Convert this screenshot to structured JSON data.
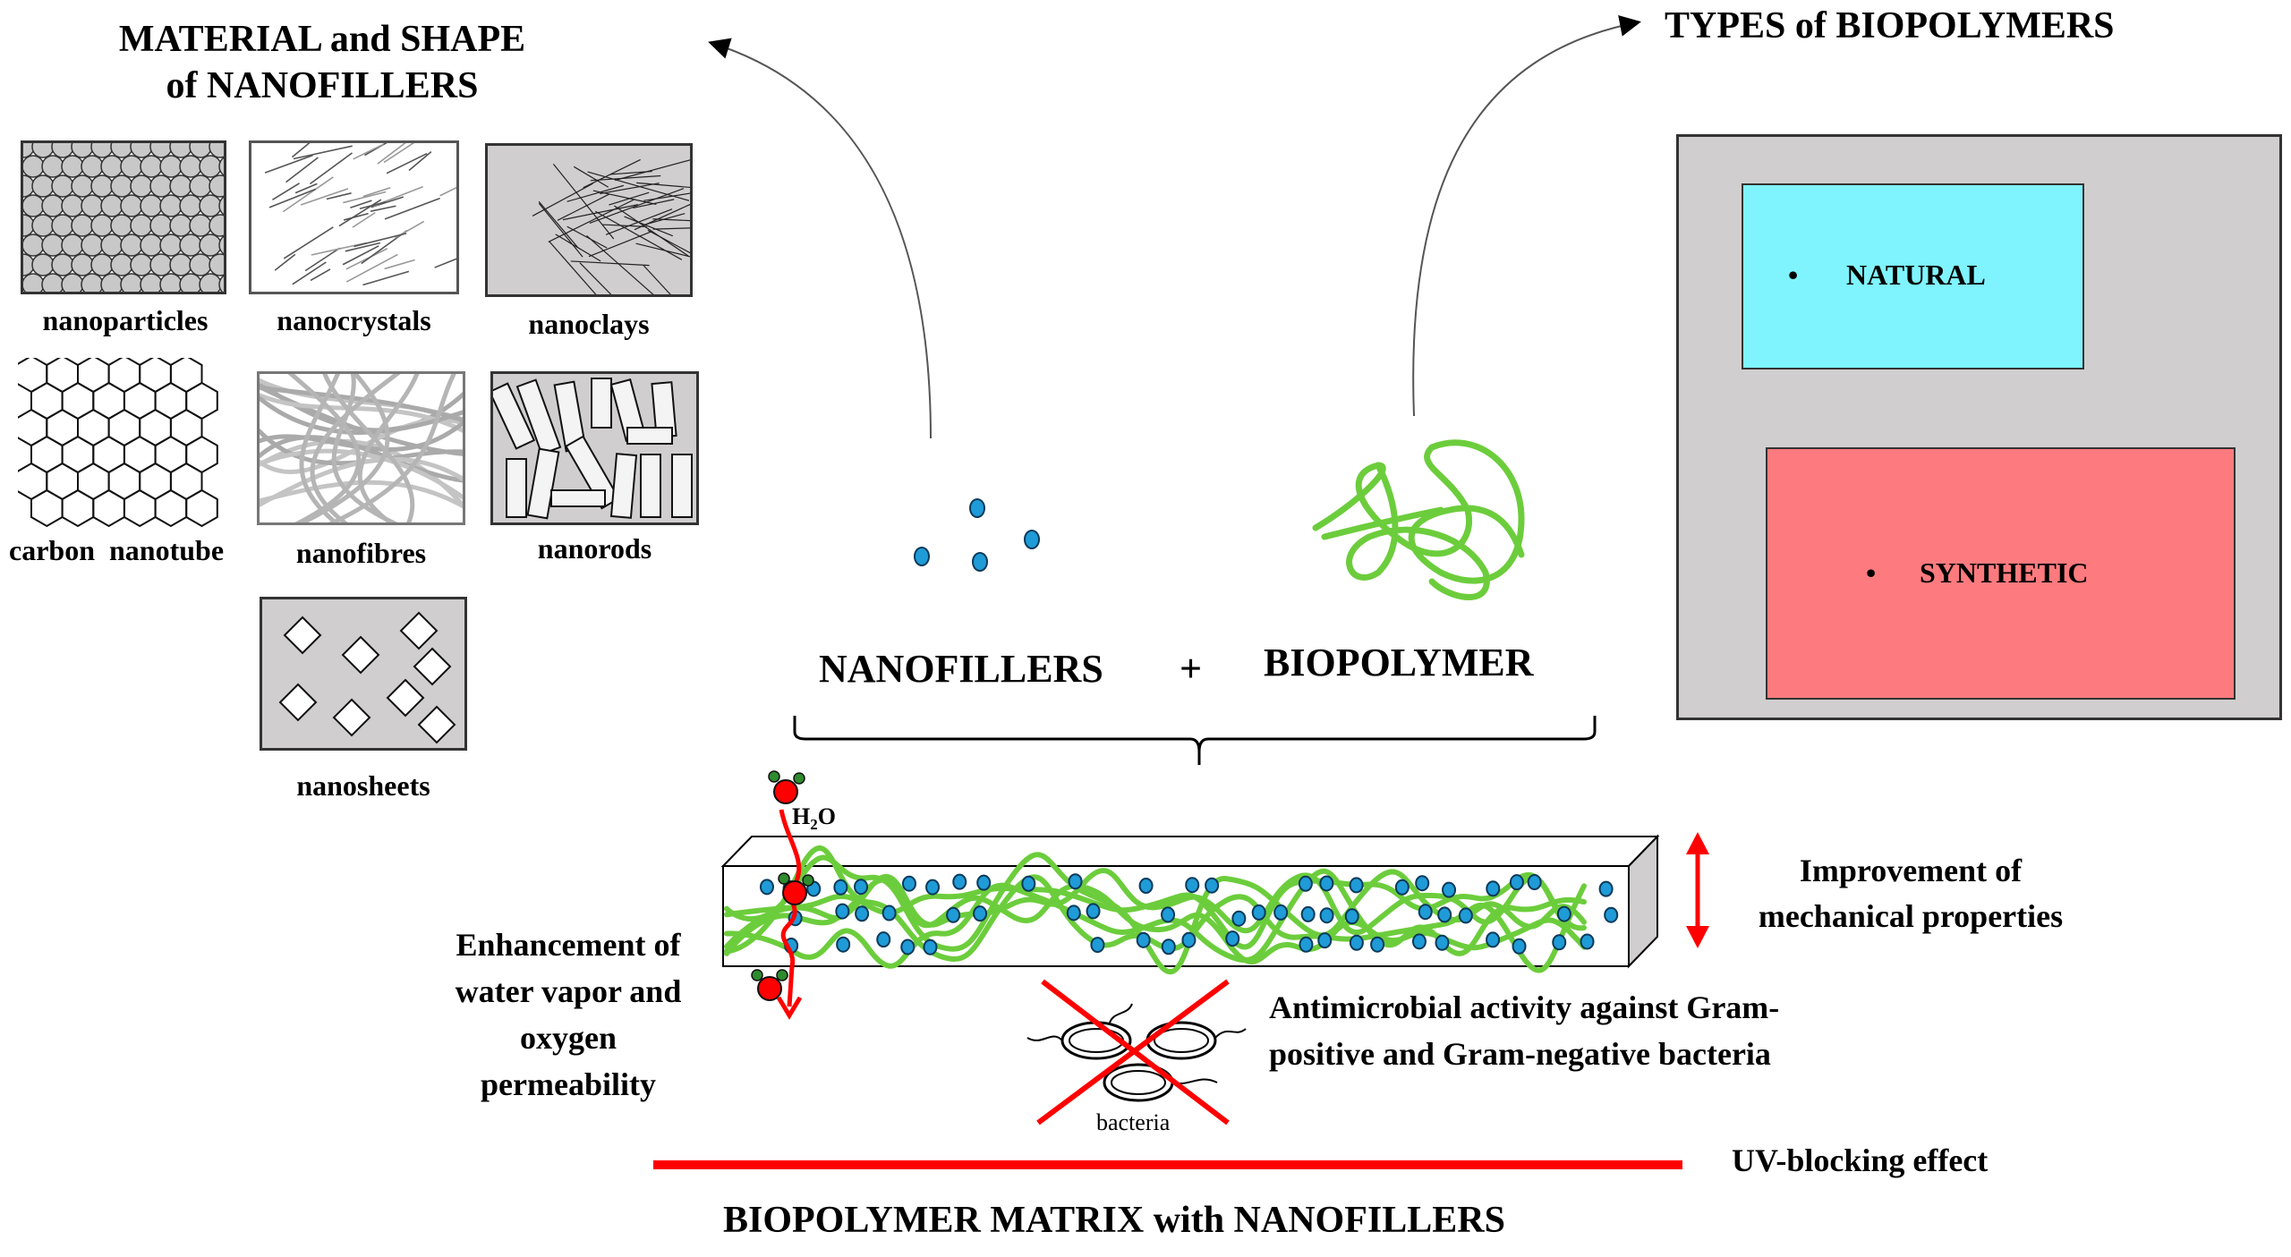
{
  "left_panel": {
    "title_line1": "MATERIAL and SHAPE",
    "title_line2": "of NANOFILLERS",
    "labels": {
      "nanoparticles": "nanoparticles",
      "nanocrystals": "nanocrystals",
      "nanoclays": "nanoclays",
      "carbon_nanotube": "carbon  nanotube",
      "nanofibres": "nanofibres",
      "nanorods": "nanorods",
      "nanosheets": "nanosheets"
    }
  },
  "center": {
    "nanofillers": "NANOFILLERS",
    "plus": "+",
    "biopolymer": "BIOPOLYMER"
  },
  "right_panel": {
    "title": "TYPES of BIOPOLYMERS",
    "natural": "NATURAL",
    "synthetic": "SYNTHETIC",
    "bullet": "•",
    "colors": {
      "outer": "#d0cecf",
      "natural": "#7ff4ff",
      "synthetic": "#fd7b7e"
    }
  },
  "composite": {
    "h2o_main": "H",
    "h2o_sub": "2",
    "h2o_tail": "O",
    "left_effect": [
      "Enhancement of",
      "water vapor and",
      "oxygen",
      "permeability"
    ],
    "right_effect": [
      "Improvement of",
      "mechanical properties"
    ],
    "antimicrobial": [
      "Antimicrobial activity against Gram-",
      "positive and Gram-negative bacteria"
    ],
    "bacteria": "bacteria",
    "uv": "UV-blocking effect",
    "bottom_title": "BIOPOLYMER MATRIX with NANOFILLERS",
    "colors": {
      "filler": "#1f9bd7",
      "polymer": "#6ccd3c",
      "accent": "#ff0000"
    }
  }
}
